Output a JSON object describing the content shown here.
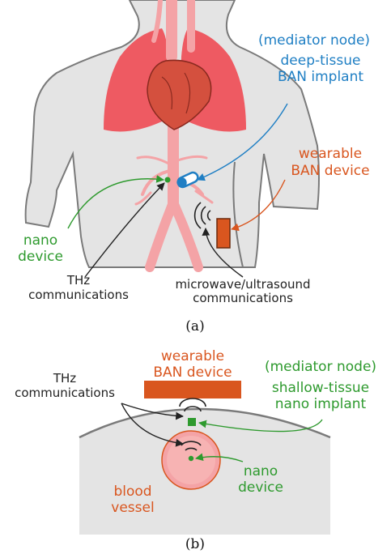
{
  "colors": {
    "body_fill": "#e4e4e4",
    "body_outline": "#7a7a7a",
    "lung": "#ee5a62",
    "heart": "#d4503e",
    "vessel": "#f4a3a6",
    "blue": "#1f7fc4",
    "orange": "#d9561f",
    "green": "#2e9a2e",
    "black": "#222222"
  },
  "icons": {
    "implant": "capsule-implant-icon",
    "wearable": "orange-rectangle-device-icon",
    "waves": "signal-waves-icon",
    "nano": "green-dot-icon"
  },
  "panel_a": {
    "mediator_node": "(mediator node)",
    "implant_line1": "deep-tissue",
    "implant_line2": "BAN implant",
    "wearable_line1": "wearable",
    "wearable_line2": "BAN device",
    "nano_line1": "nano",
    "nano_line2": "device",
    "thz_line1": "THz",
    "thz_line2": "communications",
    "mw_line1": "microwave/ultrasound",
    "mw_line2": "communications",
    "caption": "(a)"
  },
  "panel_b": {
    "wearable_line1": "wearable",
    "wearable_line2": "BAN device",
    "mediator_node": "(mediator node)",
    "implant_line1": "shallow-tissue",
    "implant_line2": "nano implant",
    "thz_line1": "THz",
    "thz_line2": "communications",
    "nano_line1": "nano",
    "nano_line2": "device",
    "vessel_line1": "blood",
    "vessel_line2": "vessel",
    "caption": "(b)"
  }
}
